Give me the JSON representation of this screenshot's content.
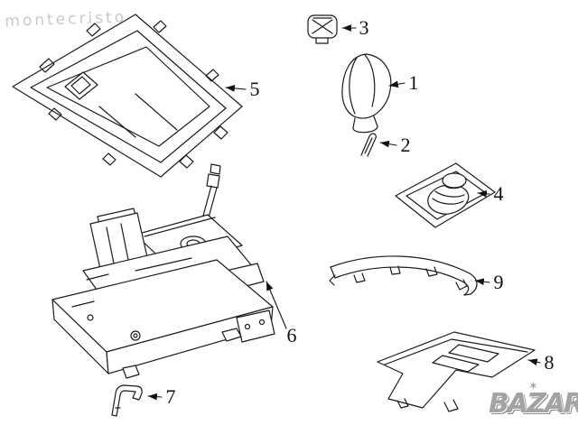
{
  "diagram": {
    "title": "",
    "callout_count": "9"
  },
  "labels": [
    {
      "number": "1"
    },
    {
      "number": "2"
    },
    {
      "number": "3"
    },
    {
      "number": "4"
    },
    {
      "number": "5"
    },
    {
      "number": "6"
    },
    {
      "number": "7"
    },
    {
      "number": "8"
    },
    {
      "number": "9"
    }
  ],
  "watermarks": {
    "montecristo": "montecristo",
    "bazar": "BAZAR",
    "bazar_star": "✶"
  }
}
